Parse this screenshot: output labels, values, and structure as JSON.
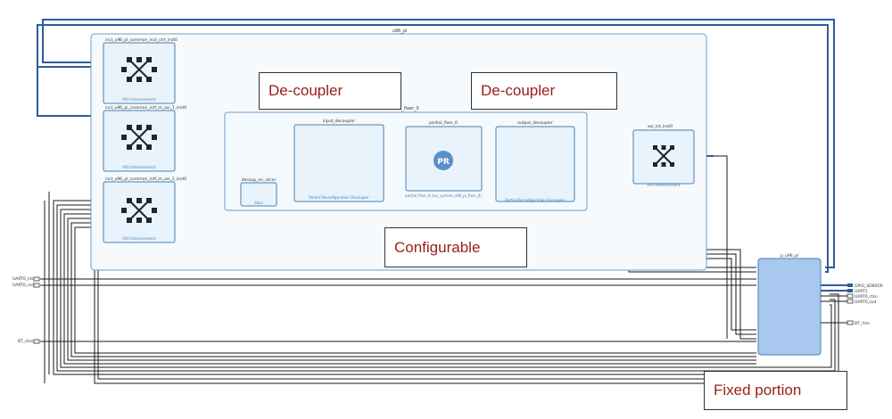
{
  "diagram": {
    "top_block": "u96_pl",
    "blocks": {
      "ic_ctrl": "inct_u96_pl_common_inct_ctrl_inst0",
      "ic_ctrl_sub": "AXI Interconnect",
      "ic_m1": "inct_u96_pl_common_intf_m_axi_1_inst0",
      "ic_m1_sub": "AXI Interconnect",
      "ic_m2": "inct_u96_pl_common_intf_m_axi_2_inst0",
      "ic_m2_sub": "AXI Interconnect",
      "decoupler_group": "_fixer_0",
      "input_decoupler": "input_decoupler",
      "input_decoupler_sub": "Partial Reconfiguration Decoupler",
      "partial_fixer": "partial_fixer_0",
      "partial_fixer_sub": "partial_fixer_0 (xxi_system_u96_pl_fixer_0)",
      "pr_badge": "PR",
      "output_decoupler": "output_decoupler",
      "output_decoupler_sub": "Partial Reconfiguration Decoupler",
      "decoup_slicer": "decoup_en_slicer",
      "decoup_slicer_sub": "Slice",
      "axi_int": "axi_int_inst0",
      "axi_int_sub": "AXI Interconnect",
      "fixed_block": "p_u96_pl"
    },
    "left_ports": [
      "UART0_ctsn",
      "UART0_rxd",
      "BT_ctsn"
    ],
    "right_ports": [
      "GPIO_SENSOR",
      "UART1",
      "UART0_rtsn",
      "UART0_txd",
      "BT_rtsn"
    ],
    "callouts": {
      "decoupler_left": "De-coupler",
      "decoupler_right": "De-coupler",
      "configurable": "Configurable",
      "fixed": "Fixed portion"
    },
    "colors": {
      "wire": "#1a1a1a",
      "bus": "#2e5c9a",
      "block_fill": "#e8f3fb",
      "block_border": "#4a7fb0",
      "fixed_fill": "#a8c8f0",
      "callout_text": "#9b1b1b"
    }
  }
}
